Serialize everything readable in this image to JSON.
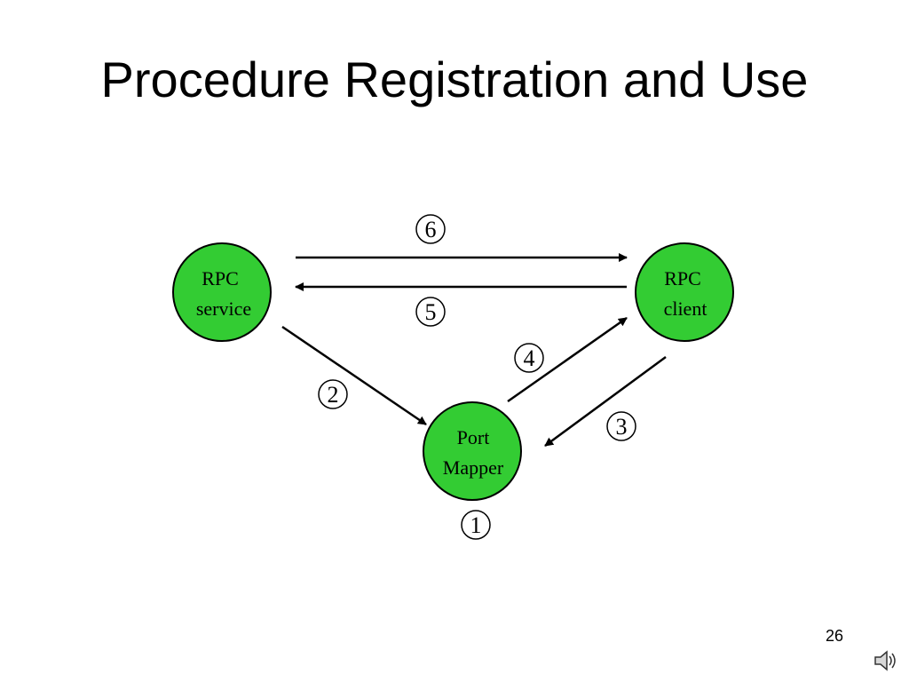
{
  "slide": {
    "title": "Procedure Registration and Use",
    "page_number": "26"
  },
  "nodes": {
    "rpc_service": {
      "line1": "RPC",
      "line2": "service"
    },
    "rpc_client": {
      "line1": "RPC",
      "line2": "client"
    },
    "port_mapper": {
      "line1": "Port",
      "line2": "Mapper"
    }
  },
  "steps": {
    "s1": "1",
    "s2": "2",
    "s3": "3",
    "s4": "4",
    "s5": "5",
    "s6": "6"
  },
  "colors": {
    "node_fill": "#33cc33",
    "stroke": "#000000"
  },
  "icons": {
    "speaker": "speaker-icon"
  }
}
